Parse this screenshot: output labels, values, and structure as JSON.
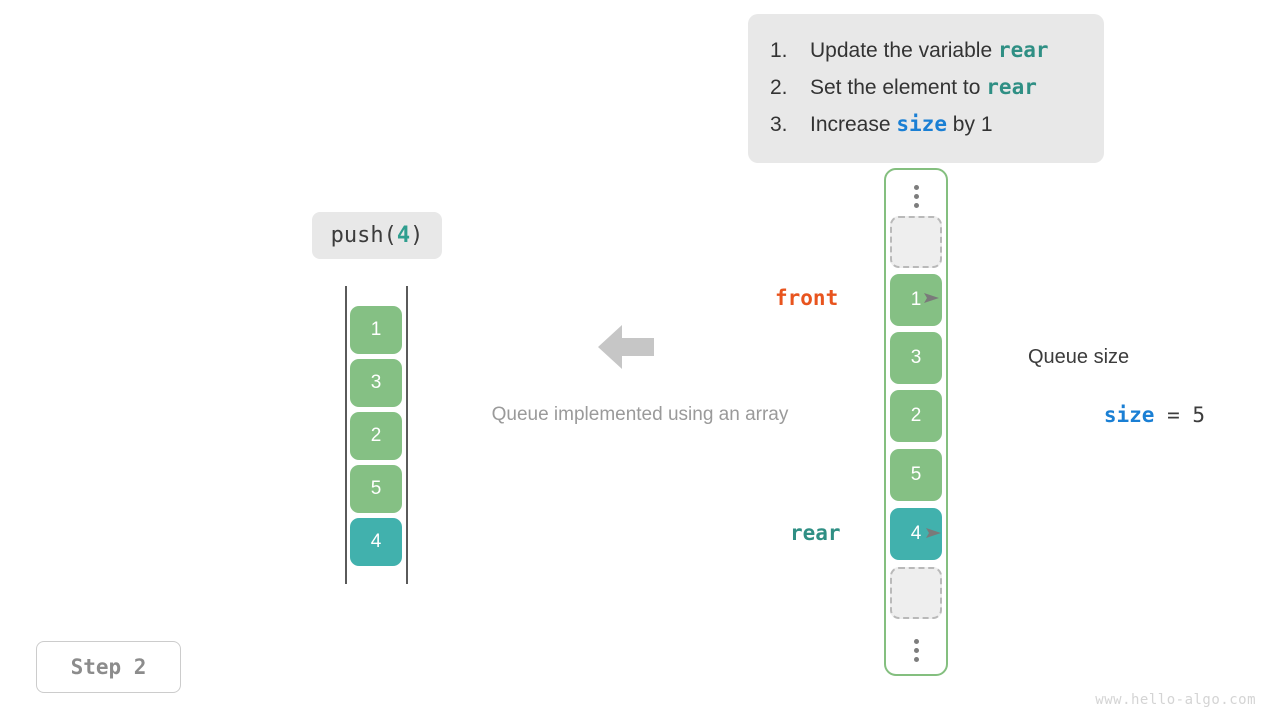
{
  "instructions": {
    "items": [
      {
        "num": "1.",
        "pre": "Update the variable ",
        "code": "rear",
        "code_color": "teal",
        "post": ""
      },
      {
        "num": "2.",
        "pre": "Set the element to ",
        "code": "rear",
        "code_color": "teal",
        "post": ""
      },
      {
        "num": "3.",
        "pre": "Increase ",
        "code": "size",
        "code_color": "blue",
        "post": " by 1"
      }
    ]
  },
  "operation": {
    "name": "push(",
    "arg": "4",
    "close": ")"
  },
  "left_queue": {
    "cells": [
      {
        "value": "1",
        "color": "green"
      },
      {
        "value": "3",
        "color": "green"
      },
      {
        "value": "2",
        "color": "green"
      },
      {
        "value": "5",
        "color": "green"
      },
      {
        "value": "4",
        "color": "teal"
      }
    ]
  },
  "center": {
    "caption": "Queue implemented using an array",
    "arrow_icon": "arrow-left-icon"
  },
  "array": {
    "top_ellipsis": "vertical-ellipsis-icon",
    "bottom_ellipsis": "vertical-ellipsis-icon",
    "cells": [
      {
        "value": "",
        "state": "empty"
      },
      {
        "value": "1",
        "state": "green"
      },
      {
        "value": "3",
        "state": "green"
      },
      {
        "value": "2",
        "state": "green"
      },
      {
        "value": "5",
        "state": "green"
      },
      {
        "value": "4",
        "state": "teal"
      },
      {
        "value": "",
        "state": "empty"
      }
    ]
  },
  "pointers": {
    "front": {
      "label": "front",
      "color": "#e8541e"
    },
    "rear": {
      "label": "rear",
      "color": "#2f8f84"
    }
  },
  "size_info": {
    "title": "Queue size",
    "var": "size",
    "operator": " = ",
    "value": "5"
  },
  "step": {
    "label": "Step 2"
  },
  "watermark": {
    "text": "www.hello-algo.com"
  },
  "colors": {
    "green_cell": "#85c084",
    "teal_cell": "#41b1ad",
    "panel_bg": "#e8e8e8",
    "array_border": "#84bf7f",
    "front_color": "#e8541e",
    "rear_color": "#2f8f84",
    "size_color": "#1a7fd4"
  }
}
